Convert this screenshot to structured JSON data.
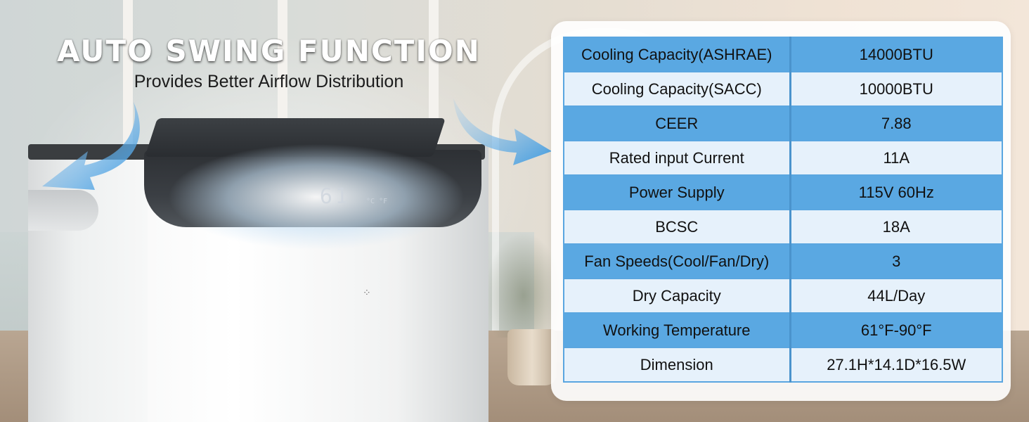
{
  "heading": {
    "title": "AUTO SWING FUNCTION",
    "subtitle": "Provides Better Airflow Distribution"
  },
  "device": {
    "display_text": "61",
    "display_units": "°C °F"
  },
  "specs": [
    {
      "label": "Cooling Capacity(ASHRAE)",
      "value": "14000BTU"
    },
    {
      "label": "Cooling Capacity(SACC)",
      "value": "10000BTU"
    },
    {
      "label": "CEER",
      "value": "7.88"
    },
    {
      "label": "Rated input Current",
      "value": "11A"
    },
    {
      "label": "Power Supply",
      "value": "115V 60Hz"
    },
    {
      "label": "BCSC",
      "value": "18A"
    },
    {
      "label": "Fan Speeds(Cool/Fan/Dry)",
      "value": "3"
    },
    {
      "label": "Dry Capacity",
      "value": "44L/Day"
    },
    {
      "label": "Working Temperature",
      "value": "61°F-90°F"
    },
    {
      "label": "Dimension",
      "value": "27.1H*14.1D*16.5W"
    }
  ],
  "colors": {
    "row_blue": "#5aa8e2",
    "row_light": "#e6f1fb",
    "arrow_blue": "#3f9be0"
  }
}
